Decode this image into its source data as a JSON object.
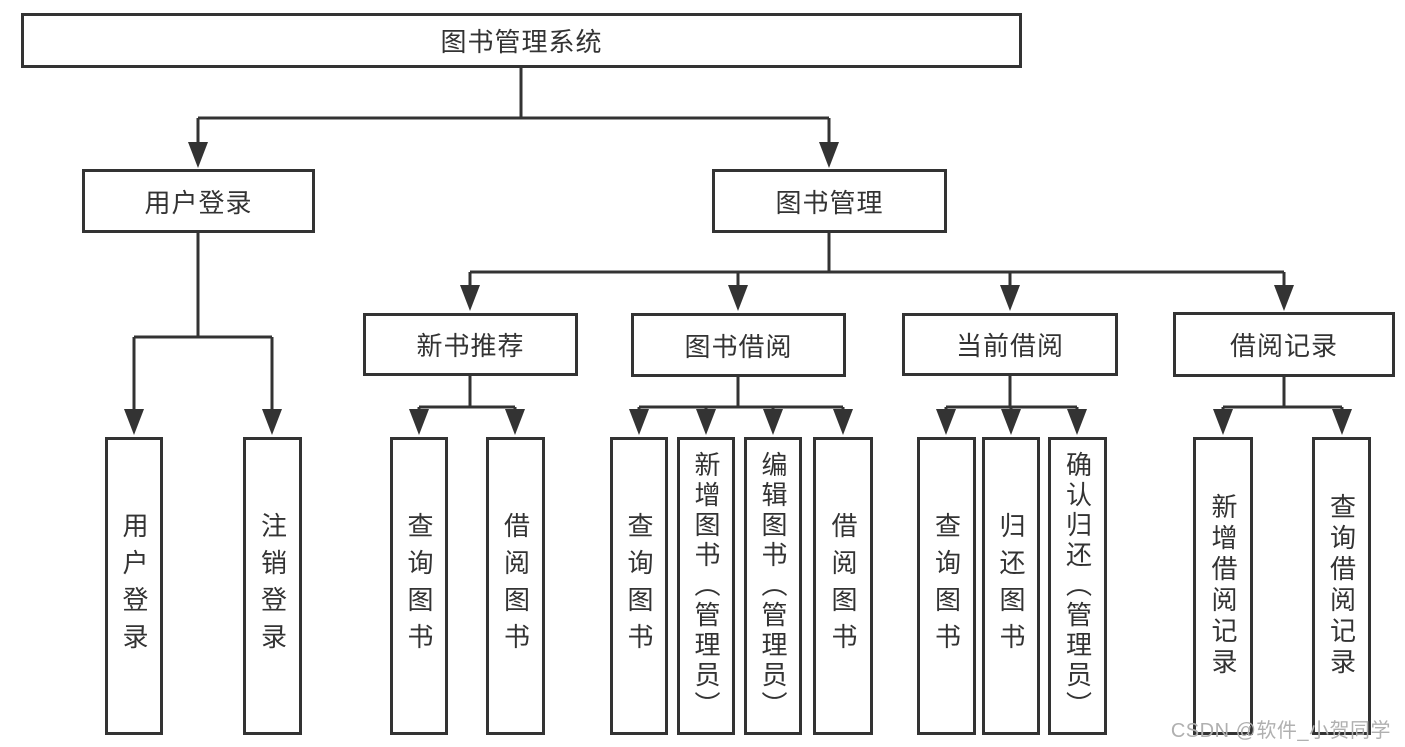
{
  "diagram": {
    "root": "图书管理系统",
    "level2": [
      "用户登录",
      "图书管理"
    ],
    "level3": [
      "新书推荐",
      "图书借阅",
      "当前借阅",
      "借阅记录"
    ],
    "level4": [
      "用户登录",
      "注销登录",
      "查询图书",
      "借阅图书",
      "查询图书",
      "新增图书（管理员）",
      "编辑图书（管理员）",
      "借阅图书",
      "查询图书",
      "归还图书",
      "确认归还（管理员）",
      "新增借阅记录",
      "查询借阅记录"
    ]
  },
  "watermark": "CSDN @软件_小贺同学",
  "colors": {
    "line": "#333333",
    "text": "#333333",
    "background": "#ffffff",
    "watermark": "#b0b0b0"
  }
}
